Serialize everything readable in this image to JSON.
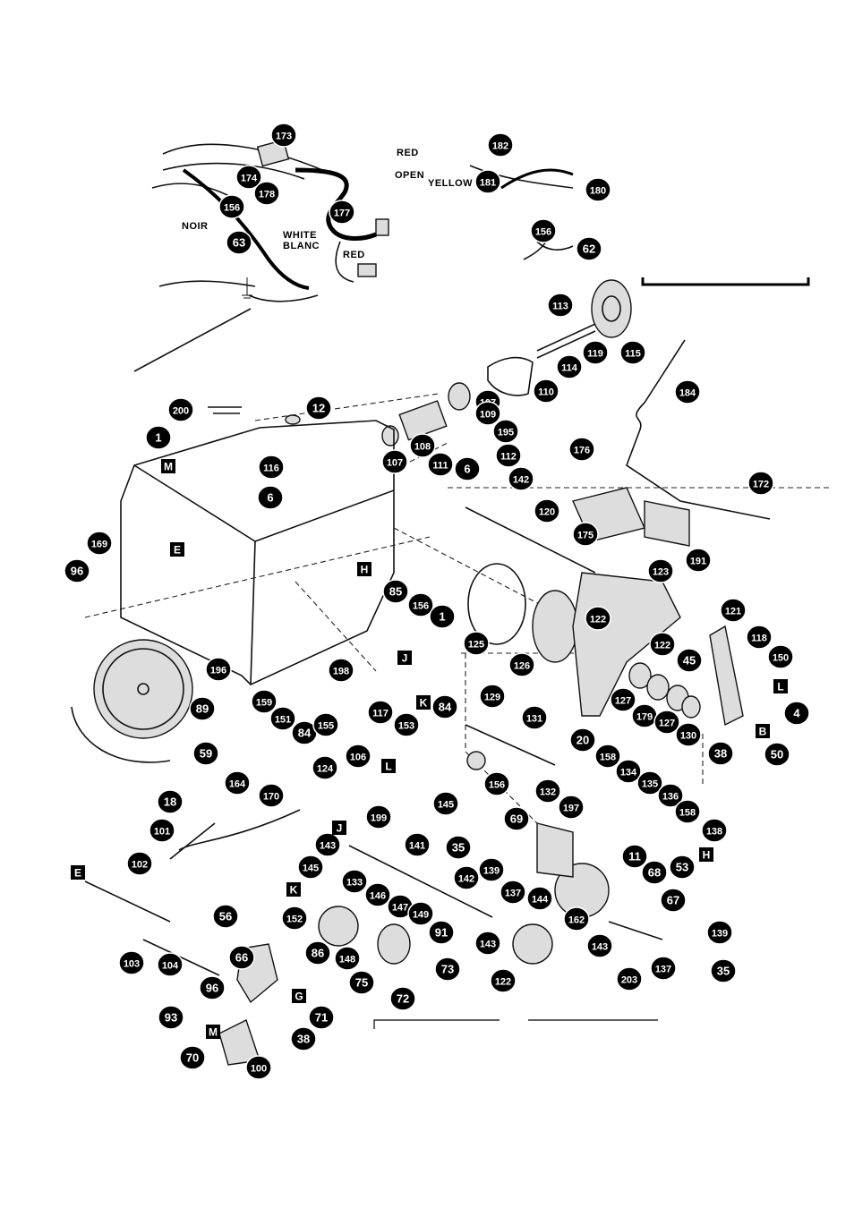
{
  "wire_labels": {
    "noir": "NOIR",
    "white": "WHITE",
    "blanc": "BLANC",
    "red_lower": "RED",
    "red_upper": "RED",
    "open": "OPEN",
    "yellow": "YELLOW"
  },
  "callouts": {
    "n173": "173",
    "n174": "174",
    "n178": "178",
    "n156a": "156",
    "n63": "63",
    "n177": "177",
    "n182": "182",
    "n181": "181",
    "n180": "180",
    "n156b": "156",
    "n62": "62",
    "n113": "113",
    "n114": "114",
    "n119": "119",
    "n115": "115",
    "n110": "110",
    "n107a": "107",
    "n109": "109",
    "n195": "195",
    "n107b": "107",
    "n108": "108",
    "n111": "111",
    "n6a": "6",
    "n112": "112",
    "n184": "184",
    "n200": "200",
    "n12": "12",
    "n1a": "1",
    "n116": "116",
    "n6b": "6",
    "n176": "176",
    "n142a": "142",
    "n172": "172",
    "n175": "175",
    "n191": "191",
    "n169": "169",
    "n96a": "96",
    "n120": "120",
    "n123": "123",
    "n85": "85",
    "n156c": "156",
    "n1b": "1",
    "n122a": "122",
    "n121": "121",
    "n118": "118",
    "n150": "150",
    "n122b": "122",
    "n125": "125",
    "n126": "126",
    "n45": "45",
    "n196": "196",
    "n198": "198",
    "n89": "89",
    "n159": "159",
    "n151": "151",
    "n84a": "84",
    "n155": "155",
    "n117": "117",
    "n153": "153",
    "n84b": "84",
    "n127a": "127",
    "n179": "179",
    "n127b": "127",
    "n130": "130",
    "n4": "4",
    "n38a": "38",
    "n50": "50",
    "n129": "129",
    "n131": "131",
    "n20": "20",
    "n158a": "158",
    "n134": "134",
    "n135": "135",
    "n136": "136",
    "n158b": "158",
    "n138": "138",
    "n132": "132",
    "n197": "197",
    "n59": "59",
    "n18": "18",
    "n164": "164",
    "n124": "124",
    "n106": "106",
    "n170": "170",
    "n156d": "156",
    "n145a": "145",
    "n69": "69",
    "n35a": "35",
    "n139a": "139",
    "n53": "53",
    "n101": "101",
    "n199": "199",
    "n143a": "143",
    "n141": "141",
    "n11": "11",
    "n68": "68",
    "n102": "102",
    "n145b": "145",
    "n142b": "142",
    "n137a": "137",
    "n133": "133",
    "n144": "144",
    "n162": "162",
    "n67": "67",
    "n56": "56",
    "n146": "146",
    "n152": "152",
    "n147": "147",
    "n149": "149",
    "n143b": "143",
    "n91": "91",
    "n139b": "139",
    "n103": "103",
    "n104": "104",
    "n86": "86",
    "n148": "148",
    "n143c": "143",
    "n137b": "137",
    "n35b": "35",
    "n66": "66",
    "n75": "75",
    "n73": "73",
    "n122c": "122",
    "n72": "72",
    "n203": "203",
    "n96b": "96",
    "n71": "71",
    "n93": "93",
    "n38b": "38",
    "n70": "70",
    "n100": "100"
  },
  "letter_tags": {
    "M1": "M",
    "E1": "E",
    "H1": "H",
    "J1": "J",
    "K1": "K",
    "L1": "L",
    "B1": "B",
    "L2": "L",
    "H2": "H",
    "J2": "J",
    "K2": "K",
    "E2": "E",
    "G1": "G",
    "M2": "M"
  }
}
